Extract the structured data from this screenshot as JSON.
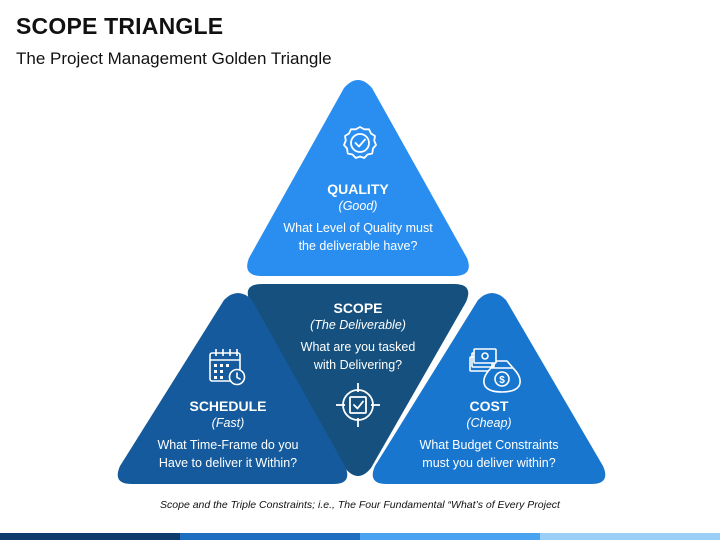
{
  "header": {
    "title": "SCOPE TRIANGLE",
    "subtitle": "The Project Management Golden Triangle"
  },
  "quality": {
    "heading": "QUALITY",
    "sub": "(Good)",
    "line1": "What Level of Quality must",
    "line2": "the deliverable have?",
    "icon": "quality-badge-icon",
    "color": "#2a8ef0"
  },
  "scope": {
    "heading": "SCOPE",
    "sub": "(The Deliverable)",
    "line1": "What are you tasked",
    "line2": "with Delivering?",
    "icon": "target-check-icon",
    "color": "#15507e"
  },
  "schedule": {
    "heading": "SCHEDULE",
    "sub": "(Fast)",
    "line1": "What Time-Frame do you",
    "line2": "Have to deliver it Within?",
    "icon": "calendar-clock-icon",
    "color": "#155a9c"
  },
  "cost": {
    "heading": "COST",
    "sub": "(Cheap)",
    "line1": "What Budget Constraints",
    "line2": "must you deliver within?",
    "icon": "money-bag-icon",
    "color": "#1876cf"
  },
  "footnote": "Scope and the Triple Constraints; i.e., The Four Fundamental “What’s of Every Project",
  "bar_colors": [
    "#0d3b6e",
    "#1f6fc0",
    "#4aa3f0",
    "#9ccff8"
  ]
}
